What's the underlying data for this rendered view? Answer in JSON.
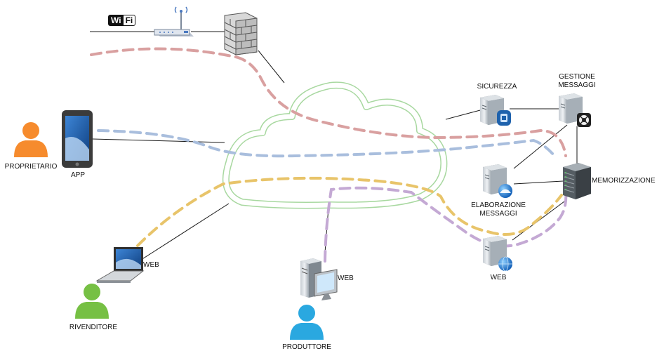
{
  "labels": {
    "wifi_a": "Wi",
    "wifi_b": "Fi",
    "proprietario": "PROPRIETARIO",
    "app": "APP",
    "web_laptop": "WEB",
    "rivenditore": "RIVENDITORE",
    "web_desktop": "WEB",
    "produttore": "PRODUTTORE",
    "sicurezza": "SICUREZZA",
    "gestione_1": "GESTIONE",
    "gestione_2": "MESSAGGI",
    "elaborazione_1": "ELABORAZIONE",
    "elaborazione_2": "MESSAGGI",
    "memorizzazione": "MEMORIZZAZIONE",
    "web_server": "WEB"
  },
  "colors": {
    "connector": "#1a1a1a",
    "cloud": "#a8d8a0",
    "path_red": "#d9a0a0",
    "path_blue": "#a9bedd",
    "path_yellow": "#e8c46a",
    "path_purple": "#c4a9d4",
    "person_orange": "#f68b2d",
    "person_green": "#76c044",
    "person_blue": "#2aa8e0",
    "device_screen": "#1e62ad",
    "server_gray": "#9aa4ad"
  },
  "icons": {
    "router": "wifi-router-icon",
    "firewall": "firewall-icon",
    "cloud": "cloud-icon",
    "person": "person-icon",
    "tablet": "tablet-icon",
    "laptop": "laptop-icon",
    "desktop": "desktop-icon",
    "server": "server-icon",
    "rack": "server-rack-icon"
  }
}
